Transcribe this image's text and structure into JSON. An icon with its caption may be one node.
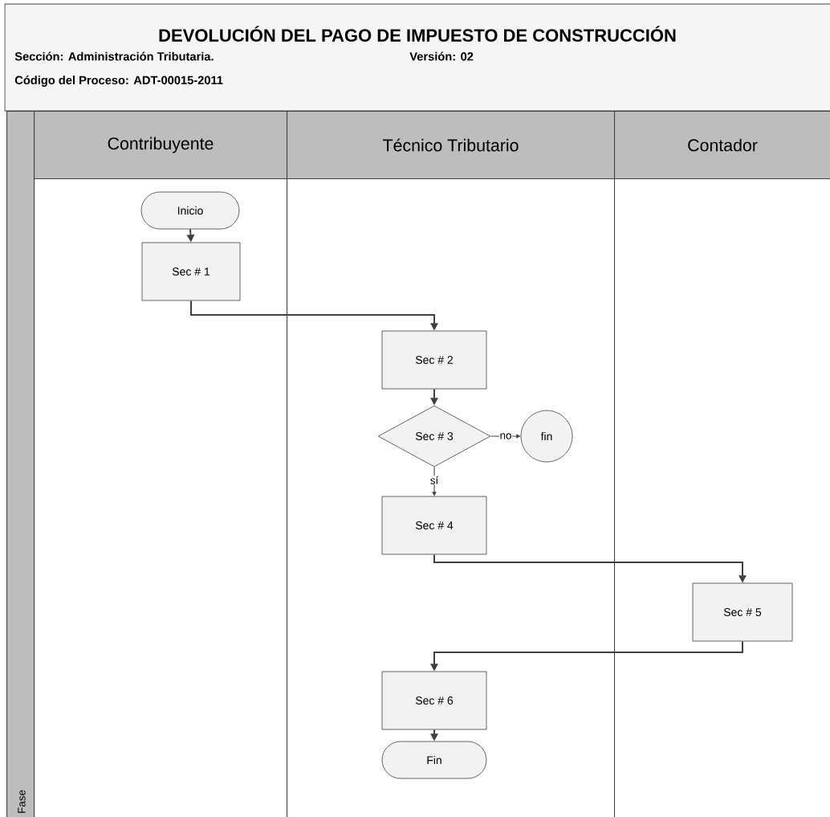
{
  "diagram": {
    "title": "DEVOLUCIÓN DEL PAGO DE IMPUESTO DE CONSTRUCCIÓN",
    "nodes": [
      {
        "text": [
          "Contribuyente"
        ]
      },
      {
        "text": [
          "Técnico Tributario"
        ]
      },
      {
        "text": [
          "Contador"
        ]
      },
      {
        "text": [
          "Fase"
        ]
      },
      {
        "text": [
          "Inicio"
        ],
        "in": 0
      },
      {
        "text": [
          "Sec # 1"
        ],
        "in": 0
      },
      {
        "text": [
          "Sec # 2"
        ],
        "in": 1
      },
      {
        "text": [
          "Sec # 3"
        ],
        "in": 1
      },
      {
        "text": [
          "fin"
        ],
        "in": 1
      },
      {
        "text": [
          "Sec # 4"
        ],
        "in": 1
      },
      {
        "text": [
          "Sec # 5"
        ],
        "in": 2
      },
      {
        "text": [
          "Sec # 6"
        ],
        "in": 1
      },
      {
        "text": [
          "Fin"
        ],
        "in": 1
      }
    ],
    "edges": [
      {
        "from": 4,
        "to": 5,
        "arrow": "to"
      },
      {
        "from": 5,
        "to": 6,
        "arrow": "to"
      },
      {
        "from": 6,
        "to": 7,
        "arrow": "to"
      },
      {
        "from": 7,
        "to": 8,
        "arrow": "to",
        "label": "no"
      },
      {
        "from": 7,
        "to": 9,
        "arrow": "to",
        "label": "sí"
      },
      {
        "from": 9,
        "to": 10,
        "arrow": "to"
      },
      {
        "from": 10,
        "to": 11,
        "arrow": "to"
      },
      {
        "from": 11,
        "to": 12,
        "arrow": "to"
      }
    ],
    "labels": [
      "Sección: Administración Tributaria.",
      "Versión: 02",
      "Código del Proceso: ADT-00015-2011"
    ]
  }
}
